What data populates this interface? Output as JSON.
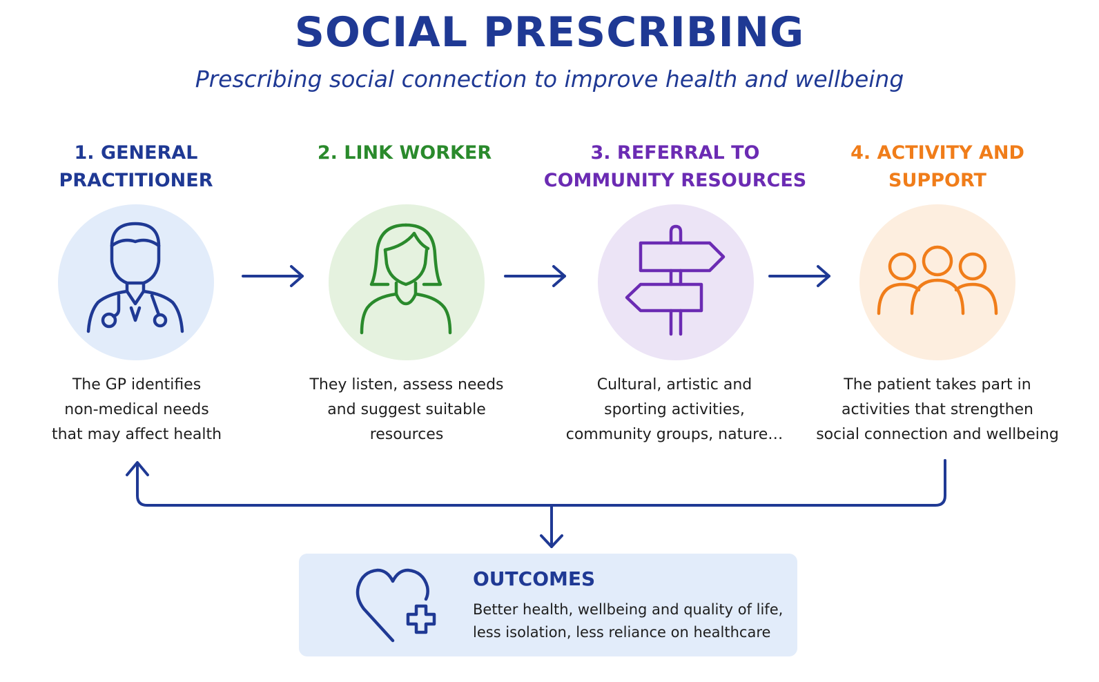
{
  "title": "SOCIAL PRESCRIBING",
  "subtitle": "Prescribing social connection to improve health and wellbeing",
  "steps": [
    {
      "title": "1. GENERAL\nPRACTITIONER",
      "description": "The GP identifies\nnon-medical needs\nthat may affect health",
      "icon": "doctor-icon",
      "color": "#1f3994",
      "circle_color": "#e2ecfa"
    },
    {
      "title": "2. LINK WORKER",
      "description": "They listen, assess needs\nand suggest suitable\nresources",
      "icon": "link-worker-icon",
      "color": "#2a8a2c",
      "circle_color": "#e5f2df"
    },
    {
      "title": "3. REFERRAL TO\nCOMMUNITY RESOURCES",
      "description": "Cultural, artistic and\nsporting activities,\ncommunity groups, nature…",
      "icon": "signpost-icon",
      "color": "#6b2bb3",
      "circle_color": "#ece4f6"
    },
    {
      "title": "4. ACTIVITY AND\nSUPPORT",
      "description": "The patient takes part in\nactivities that strengthen\nsocial connection and wellbeing",
      "icon": "group-icon",
      "color": "#f07d1a",
      "circle_color": "#fdeedf"
    }
  ],
  "outcomes": {
    "title": "OUTCOMES",
    "text": "Better health, wellbeing and quality of life,\nless isolation, less reliance on healthcare",
    "icon": "heart-plus-icon",
    "box_color": "#e2ecfa"
  },
  "colors": {
    "primary": "#1f3994",
    "arrow": "#1f3994"
  }
}
